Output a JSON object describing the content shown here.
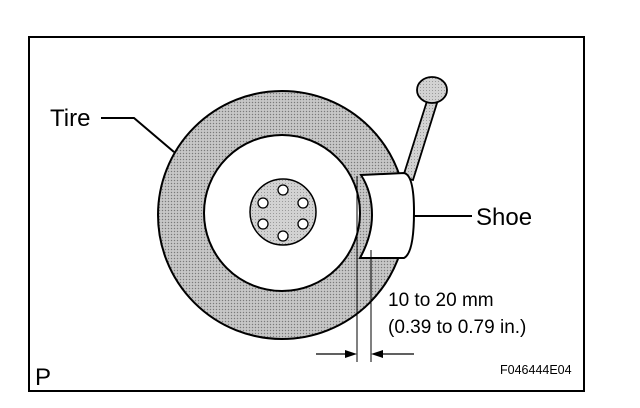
{
  "labels": {
    "tire": "Tire",
    "shoe": "Shoe",
    "measurement_metric": "10 to 20 mm",
    "measurement_imperial": "(0.39 to 0.79 in.)",
    "corner_letter": "P",
    "figure_code": "F046444E04"
  }
}
